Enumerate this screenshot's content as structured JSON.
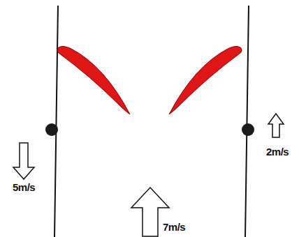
{
  "diagram": {
    "labels": [
      "5m/s",
      "2m/s",
      "7m/s"
    ]
  }
}
